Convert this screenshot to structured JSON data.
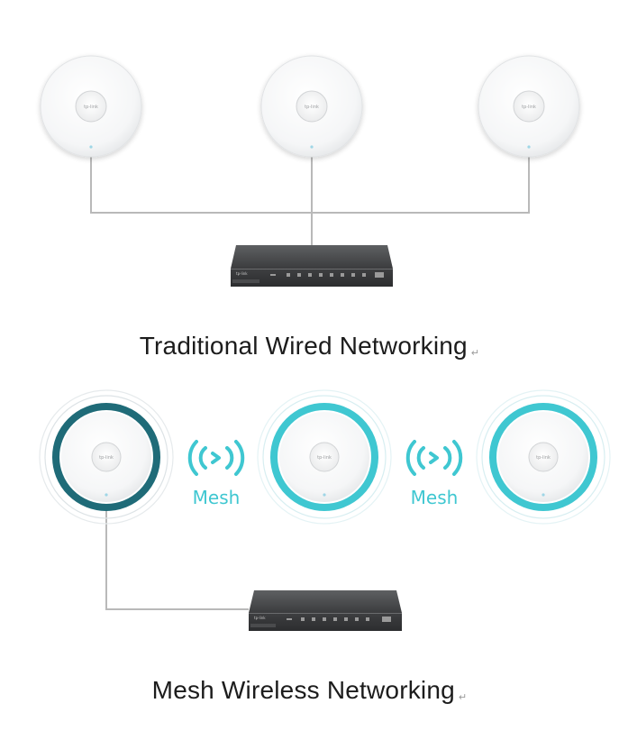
{
  "captions": {
    "wired": "Traditional Wired Networking",
    "mesh": "Mesh Wireless Networking",
    "return_mark": "↵"
  },
  "mesh_links": [
    {
      "label": "Mesh"
    },
    {
      "label": "Mesh"
    }
  ],
  "device_brand": "tp-link",
  "colors": {
    "background": "#ffffff",
    "mesh_accent": "#3fc7d1",
    "root_ring": "#1f6b78",
    "cable": "#b9b9b9",
    "switch_body": "#3a3b3d",
    "caption_text": "#1c1c1c"
  },
  "icons": {
    "mesh_signal": "wifi-signal-icon",
    "status_led": "led-icon"
  }
}
